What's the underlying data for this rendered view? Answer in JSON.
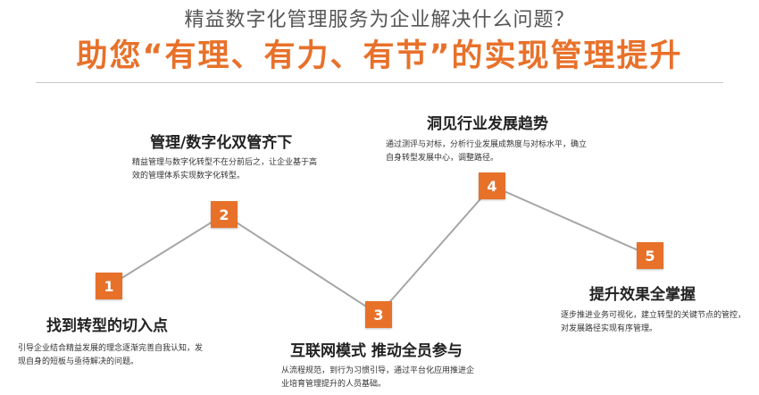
{
  "header": {
    "subtitle": "精益数字化管理服务为企业解决什么问题？",
    "title": "助您“有理、有力、有节”的实现管理提升"
  },
  "colors": {
    "accent": "#e8712a",
    "line": "#a6a6a6"
  },
  "steps": [
    {
      "number": "1",
      "title": "找到转型的切入点",
      "desc": "引导企业结合精益发展的理念逐渐完善自我认知，发现自身的短板与亟待解决的问题。"
    },
    {
      "number": "2",
      "title": "管理/数字化双管齐下",
      "desc": "精益管理与数字化转型不在分前后之，让企业基于高效的管理体系实现数字化转型。"
    },
    {
      "number": "3",
      "title": "互联网模式 推动全员参与",
      "desc": "从流程规范，到行为习惯引导，通过平台化应用推进企业培育管理提升的人员基础。"
    },
    {
      "number": "4",
      "title": "洞见行业发展趋势",
      "desc": "通过测评与对标，分析行业发展成熟度与对标水平，确立自身转型发展中心，调整路径。"
    },
    {
      "number": "5",
      "title": "提升效果全掌握",
      "desc": "逐步推进业务可视化，建立转型的关键节点的管控，对发展路径实现有序管理。"
    }
  ]
}
